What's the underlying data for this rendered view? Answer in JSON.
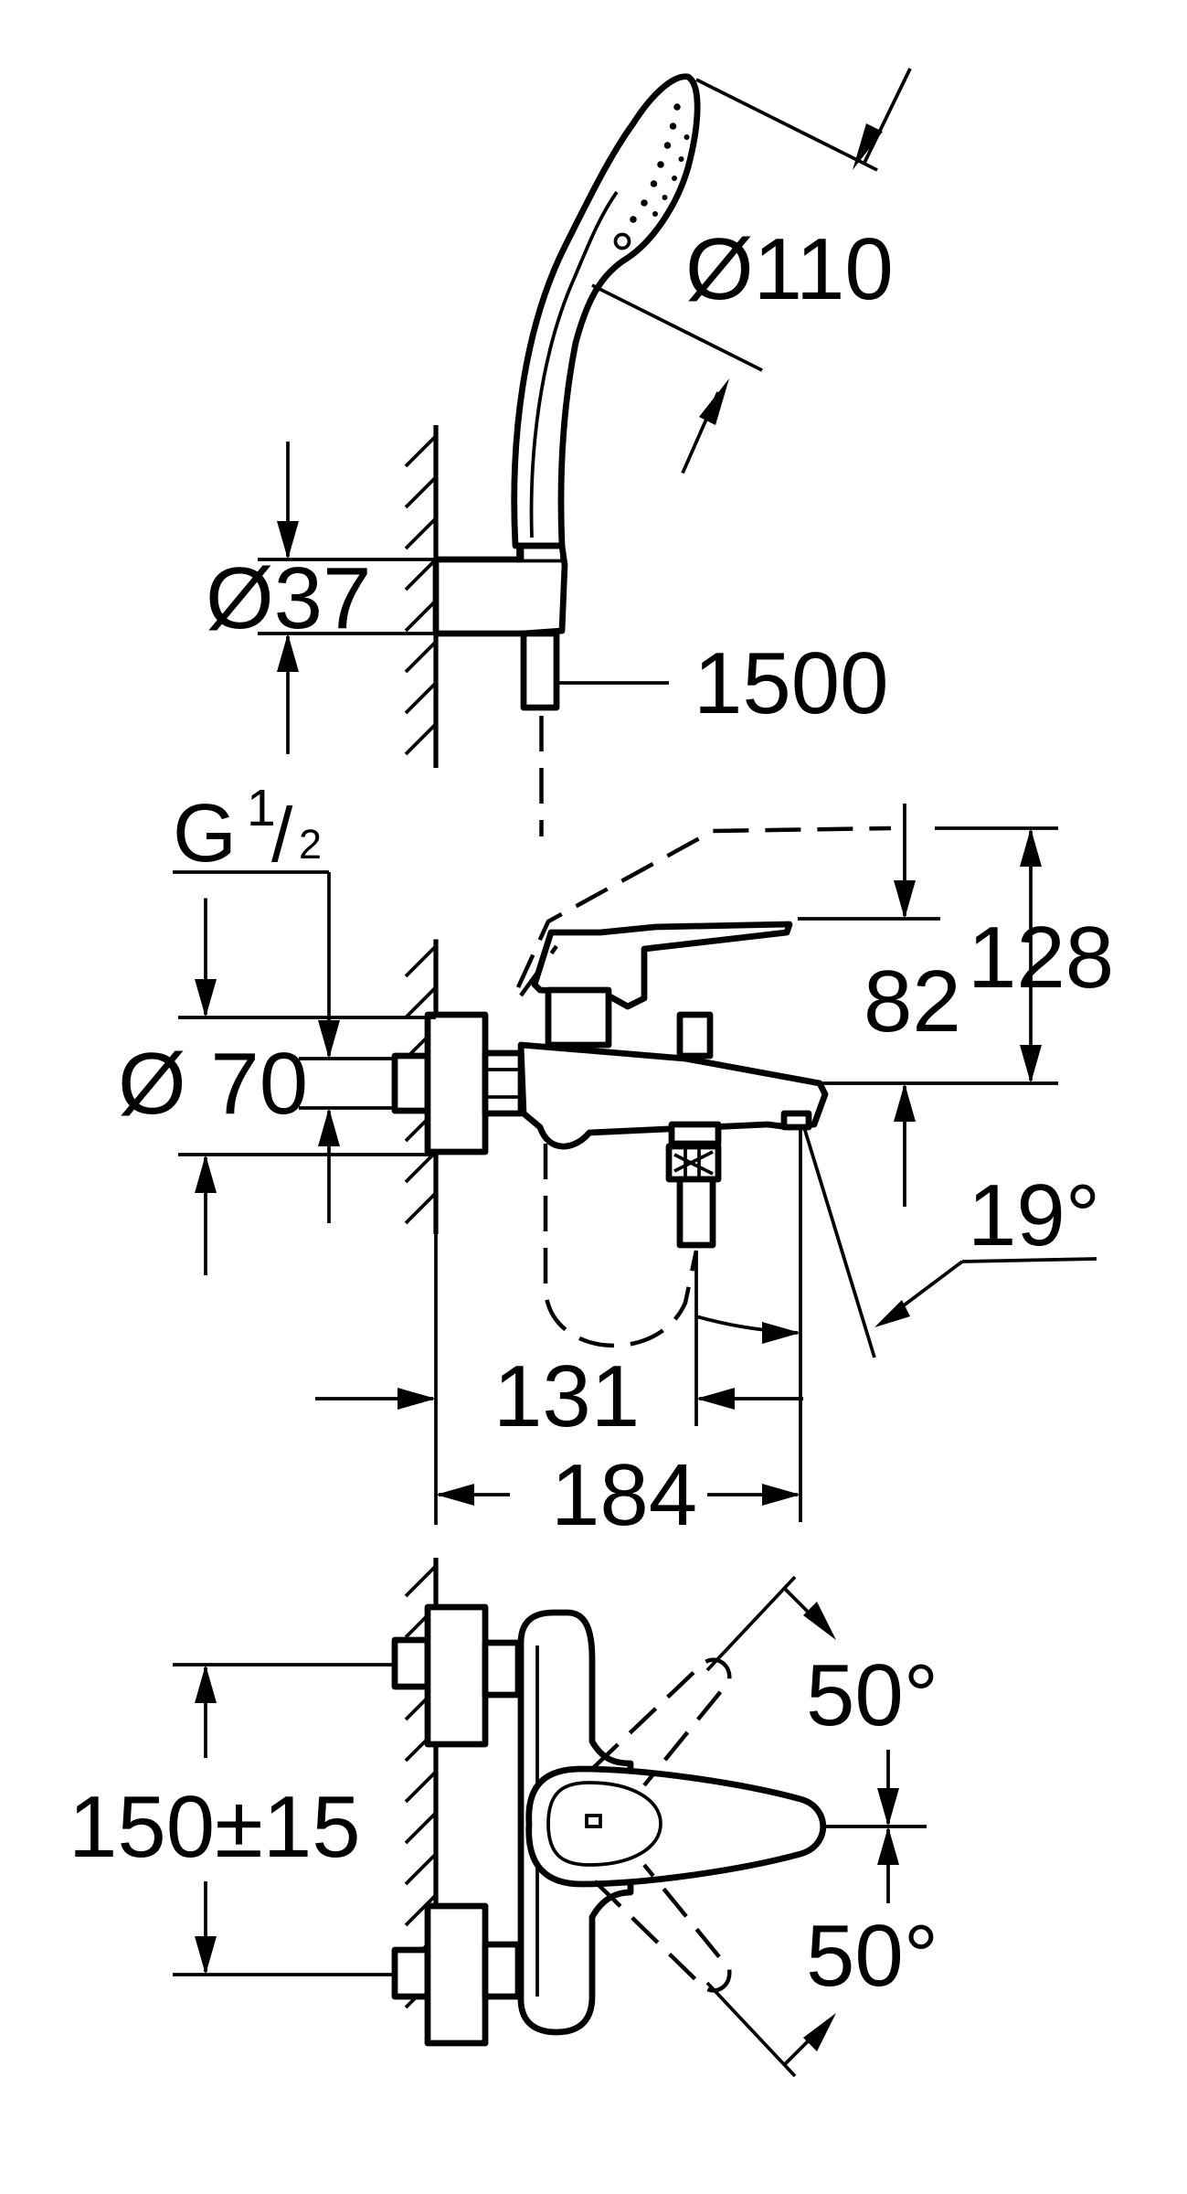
{
  "dimensions": {
    "head_diameter": "Ø110",
    "holder_diameter": "Ø37",
    "hose_length": "1500",
    "thread": "G",
    "thread_numerator": "1",
    "thread_slash": "/",
    "thread_denominator": "2",
    "flange_diameter": "Ø 70",
    "lever_height": "82",
    "total_height": "128",
    "spout_angle": "19°",
    "spout_projection": "131",
    "total_depth": "184",
    "center_distance": "150±15",
    "lever_angle_up": "50°",
    "lever_angle_down": "50°"
  }
}
